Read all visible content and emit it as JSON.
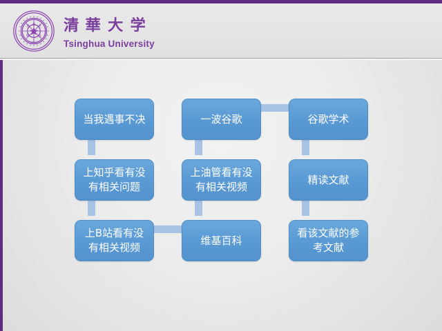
{
  "slide": {
    "title_bar": {
      "accent_color": "#5f2d7f",
      "background_color": "#e6e6e6"
    },
    "branding": {
      "logo_name": "tsinghua-university-seal",
      "name_cn": "清华大学",
      "name_en": "Tsinghua University",
      "brand_color": "#7a3f9d"
    },
    "background_color": "#ececec"
  },
  "chart_data": {
    "type": "diagram",
    "title": "",
    "node_fill": "#5b9bd5",
    "node_text_color": "#ffffff",
    "connector_color": "#a7c3e6",
    "columns": 3,
    "rows": 3,
    "nodes": [
      {
        "id": "n1",
        "col": 1,
        "row": 1,
        "label": "当我遇事不决"
      },
      {
        "id": "n2",
        "col": 2,
        "row": 1,
        "label": "一波谷歌"
      },
      {
        "id": "n3",
        "col": 3,
        "row": 1,
        "label": "谷歌学术"
      },
      {
        "id": "n4",
        "col": 1,
        "row": 2,
        "label": "上知乎看有没\n有相关问题"
      },
      {
        "id": "n5",
        "col": 2,
        "row": 2,
        "label": "上油管看有没\n有相关视频"
      },
      {
        "id": "n6",
        "col": 3,
        "row": 2,
        "label": "精读文献"
      },
      {
        "id": "n7",
        "col": 1,
        "row": 3,
        "label": "上B站看有没\n有相关视频"
      },
      {
        "id": "n8",
        "col": 2,
        "row": 3,
        "label": "维基百科"
      },
      {
        "id": "n9",
        "col": 3,
        "row": 3,
        "label": "看该文献的参\n考文献"
      }
    ],
    "edges": [
      {
        "from": "n1",
        "to": "n4",
        "orientation": "vertical"
      },
      {
        "from": "n4",
        "to": "n7",
        "orientation": "vertical"
      },
      {
        "from": "n2",
        "to": "n5",
        "orientation": "vertical"
      },
      {
        "from": "n5",
        "to": "n8",
        "orientation": "vertical"
      },
      {
        "from": "n3",
        "to": "n6",
        "orientation": "vertical"
      },
      {
        "from": "n6",
        "to": "n9",
        "orientation": "vertical"
      },
      {
        "from": "n7",
        "to": "n8",
        "orientation": "horizontal"
      },
      {
        "from": "n2",
        "to": "n3",
        "orientation": "horizontal"
      }
    ]
  }
}
